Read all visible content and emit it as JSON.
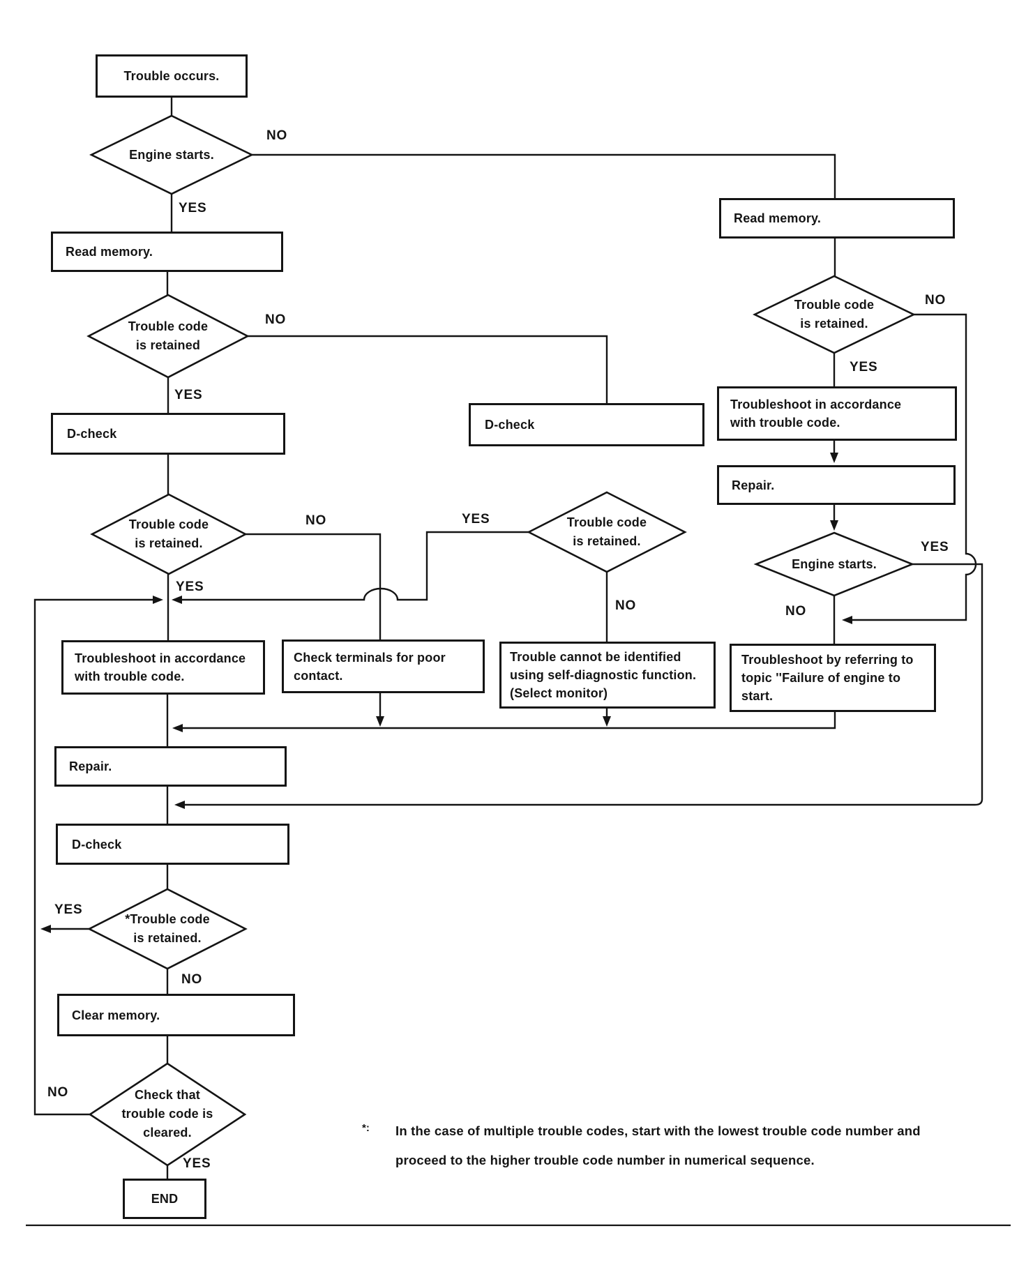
{
  "labels": {
    "yes": "YES",
    "no": "NO"
  },
  "nodes": {
    "trouble_occurs": "Trouble occurs.",
    "engine_starts_top": "Engine starts.",
    "read_memory_left": "Read memory.",
    "trouble_code_retained_left1": "Trouble code\nis retained",
    "d_check_left": "D-check",
    "trouble_code_retained_left2": "Trouble code\nis retained.",
    "d_check_mid": "D-check",
    "trouble_code_retained_mid": "Trouble code\nis retained.",
    "read_memory_right": "Read memory.",
    "trouble_code_retained_right": "Trouble code\nis retained.",
    "troubleshoot_trouble_code_right": "Troubleshoot in accordance\nwith trouble code.",
    "repair_right": "Repair.",
    "engine_starts_right": "Engine starts.",
    "troubleshoot_trouble_code_left": "Troubleshoot in accordance\nwith trouble code.",
    "check_terminals": "Check terminals for poor\ncontact.",
    "trouble_cannot_be_identified": "Trouble cannot be identified\nusing self-diagnostic function.\n(Select monitor)",
    "troubleshoot_failure_to_start": "Troubleshoot by referring to\ntopic ''Failure of engine to\nstart.",
    "repair_left": "Repair.",
    "d_check_bottom": "D-check",
    "trouble_code_retained_bottom": "*Trouble code\nis retained.",
    "clear_memory": "Clear memory.",
    "check_code_cleared": "Check that\ntrouble code is\ncleared.",
    "end": "END"
  },
  "footnote": {
    "marker": "*:",
    "text": "In the case of multiple trouble codes, start with the lowest trouble code number and\nproceed to the higher trouble code number in numerical sequence."
  },
  "colors": {
    "ink": "#141414",
    "background": "#ffffff"
  }
}
